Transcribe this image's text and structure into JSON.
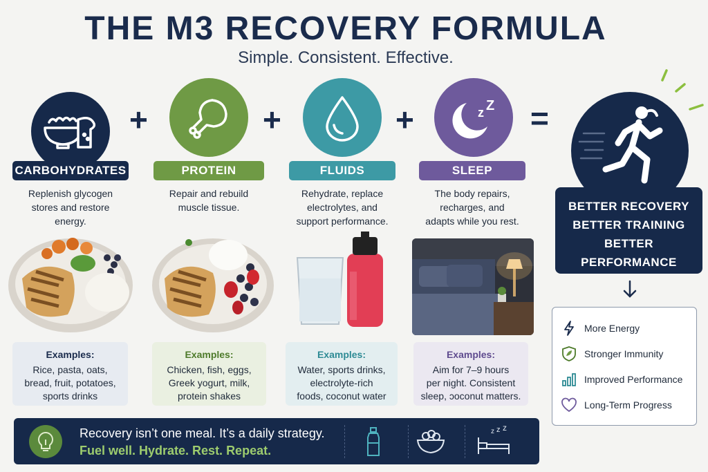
{
  "header": {
    "title": "THE M3 RECOVERY FORMULA",
    "subtitle": "Simple. Consistent. Effective."
  },
  "operators": {
    "plus": "+",
    "equals": "="
  },
  "pillars": [
    {
      "label": "CARBOHYDRATES",
      "icon": "food-bowl-bread-icon",
      "color": "#16294a",
      "description": [
        "Replenish glycogen",
        "stores and restore",
        "energy."
      ],
      "examples_label": "Examples:",
      "examples": [
        "Rice, pasta, oats,",
        "bread, fruit, potatoes,",
        "sports drinks"
      ],
      "examples_bg": "#e7ebf1",
      "examples_label_color": "#1a2b4c"
    },
    {
      "label": "PROTEIN",
      "icon": "chicken-leg-icon",
      "color": "#6f9a45",
      "description": [
        "Repair and rebuild",
        "muscle tissue."
      ],
      "examples_label": "Examples:",
      "examples": [
        "Chicken, fish, eggs,",
        "Greek yogurt, milk,",
        "protein shakes"
      ],
      "examples_bg": "#eaf0e1",
      "examples_label_color": "#4d7a2a"
    },
    {
      "label": "FLUIDS",
      "icon": "water-drop-icon",
      "color": "#3d9aa5",
      "description": [
        "Rehydrate, replace",
        "electrolytes, and",
        "support performance."
      ],
      "examples_label": "Examples:",
      "examples": [
        "Water, sports drinks,",
        "electrolyte-rich",
        "foods, coconut water"
      ],
      "examples_bg": "#e3eef0",
      "examples_label_color": "#2d8a94"
    },
    {
      "label": "SLEEP",
      "icon": "moon-zzz-icon",
      "color": "#6e5a9c",
      "description": [
        "The body repairs,",
        "recharges, and",
        "adapts while you rest."
      ],
      "examples_label": "Examples:",
      "examples": [
        "Aim for 7–9 hours",
        "per night. Consistent",
        "sleep, ɔoconut matters."
      ],
      "examples_bg": "#ebe8f1",
      "examples_label_color": "#5e4a8e"
    }
  ],
  "result": {
    "icon": "runner-icon",
    "lines": [
      "BETTER RECOVERY",
      "BETTER TRAINING",
      "BETTER",
      "PERFORMANCE"
    ]
  },
  "benefits": [
    {
      "icon": "lightning-icon",
      "label": "More Energy"
    },
    {
      "icon": "shield-leaf-icon",
      "label": "Stronger Immunity"
    },
    {
      "icon": "bar-chart-icon",
      "label": "Improved Performance"
    },
    {
      "icon": "heart-icon",
      "label": "Long-Term Progress"
    }
  ],
  "banner": {
    "line1": "Recovery isn’t one meal. It’s a daily strategy.",
    "line2": "Fuel well. Hydrate. Rest. Repeat.",
    "icons": [
      "lightbulb-icon",
      "water-bottle-icon",
      "bowl-icon",
      "bed-icon"
    ],
    "accent": "#9dcc6e"
  }
}
